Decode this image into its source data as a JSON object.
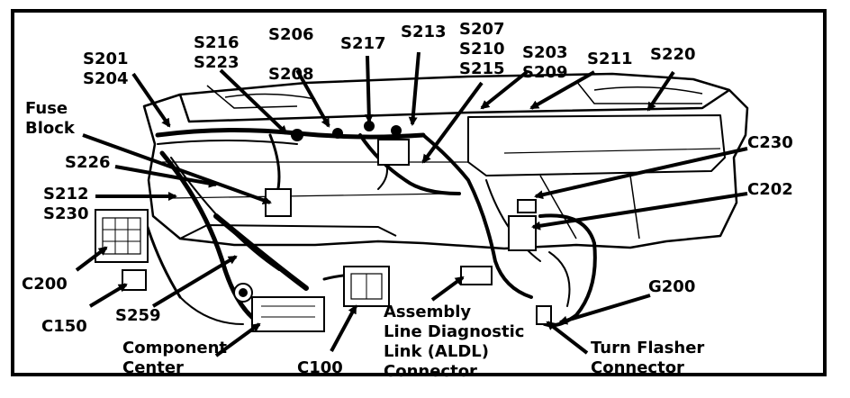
{
  "diagram": {
    "labels": {
      "s201_s204": [
        "S201",
        "S204"
      ],
      "fuse_block": [
        "Fuse",
        "Block"
      ],
      "s216_s223": [
        "S216",
        "S223"
      ],
      "s206_s208": [
        "S206",
        "S208"
      ],
      "s217": [
        "S217"
      ],
      "s213": [
        "S213"
      ],
      "s207_s210_s215": [
        "S207",
        "S210",
        "S215"
      ],
      "s203_s209": [
        "S203",
        "S209"
      ],
      "s211": [
        "S211"
      ],
      "s220": [
        "S220"
      ],
      "c230_right": [
        "C230"
      ],
      "c202": [
        "C202"
      ],
      "s226": [
        "S226"
      ],
      "s212_s230": [
        "S212",
        "S230"
      ],
      "c200": [
        "C200"
      ],
      "c150": [
        "C150"
      ],
      "s259": [
        "S259"
      ],
      "component_center": [
        "Component",
        "Center"
      ],
      "c100": [
        "C100"
      ],
      "aldl": [
        "Assembly",
        "Line Diagnostic",
        "Link (ALDL)",
        "Connector"
      ],
      "g200": [
        "G200"
      ],
      "turn_flasher": [
        "Turn Flasher",
        "Connector"
      ]
    }
  }
}
